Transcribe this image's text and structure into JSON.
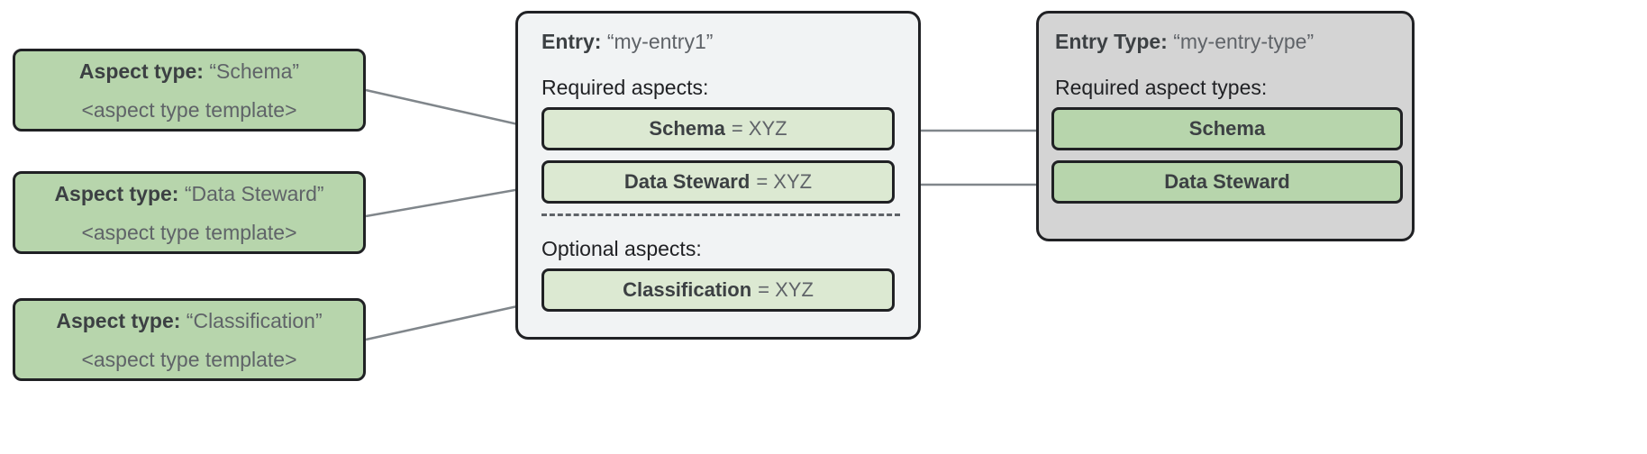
{
  "diagram": {
    "title_hidden": "",
    "colors": {
      "aspect_type_fill": "#b7d5ac",
      "aspect_chip_fill": "#dce9d2",
      "entry_panel_fill": "#f1f3f4",
      "entry_type_panel_fill": "#d4d4d4",
      "stroke": "#202124",
      "connector": "#80868b"
    }
  },
  "aspect_types": [
    {
      "label": "Aspect type:",
      "name": "“Schema”",
      "template": "<aspect type template>"
    },
    {
      "label": "Aspect type:",
      "name": "“Data Steward”",
      "template": "<aspect type template>"
    },
    {
      "label": "Aspect type:",
      "name": "“Classification”",
      "template": "<aspect type template>"
    }
  ],
  "entry": {
    "label": "Entry:",
    "name": "“my-entry1”",
    "required_label": "Required aspects:",
    "optional_label": "Optional aspects:",
    "required_aspects": [
      {
        "name": "Schema",
        "value": "= XYZ"
      },
      {
        "name": "Data Steward",
        "value": "= XYZ"
      }
    ],
    "optional_aspects": [
      {
        "name": "Classification",
        "value": "= XYZ"
      }
    ]
  },
  "entry_type": {
    "label": "Entry Type:",
    "name": "“my-entry-type”",
    "required_label": "Required aspect types:",
    "required_aspect_types": [
      {
        "name": "Schema"
      },
      {
        "name": "Data Steward"
      }
    ]
  }
}
